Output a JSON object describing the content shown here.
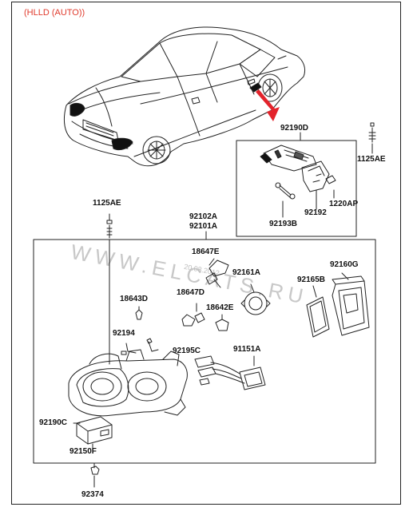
{
  "header": {
    "title": "(HLLD (AUTO))"
  },
  "watermark": {
    "text": "WWW.ELCATS.RU",
    "date": "20.08.2012"
  },
  "colors": {
    "header_text": "#e03a2c",
    "line": "#222222",
    "watermark": "#c8c8c8"
  },
  "labels": {
    "p92190D": "92190D",
    "p1125AE_top": "1125AE",
    "p1220AP": "1220AP",
    "p92192": "92192",
    "p92193B": "92193B",
    "p1125AE_left": "1125AE",
    "p92102A": "92102A",
    "p92101A": "92101A",
    "p18647E": "18647E",
    "p92161A": "92161A",
    "p92160G": "92160G",
    "p92165B": "92165B",
    "p18643D": "18643D",
    "p18647D": "18647D",
    "p18642E": "18642E",
    "p92194": "92194",
    "p92195C": "92195C",
    "p91151A": "91151A",
    "p92190C": "92190C",
    "p92150F": "92150F",
    "p92374": "92374"
  }
}
